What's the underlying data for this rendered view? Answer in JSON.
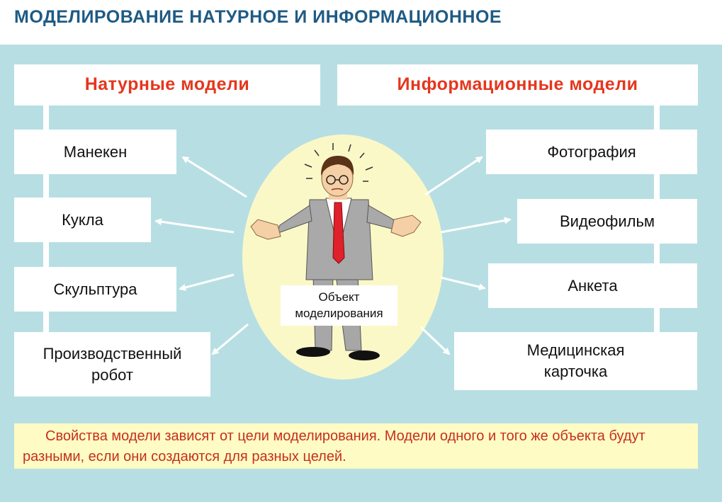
{
  "title": "МОДЕЛИРОВАНИЕ  НАТУРНОЕ  И  ИНФОРМАЦИОННОЕ",
  "left_header": "Натурные  модели",
  "right_header": "Информационные  модели",
  "left_items": [
    "Манекен",
    "Кукла",
    "Скульптура",
    "Производственный робот"
  ],
  "right_items": [
    "Фотография",
    "Видеофильм",
    "Анкета",
    "Медицинская карточка"
  ],
  "object_label": "Объект моделирования",
  "note": "Свойства модели зависят от цели моделирования. Модели одного и того же объекта будут разными, если они создаются для разных целей.",
  "colors": {
    "header_text": "#e5361d",
    "title_text": "#1f5a84",
    "panel_bg": "#b7dfe3",
    "note_bg": "#fffbc4",
    "ellipse_bg": "#fbf8c8"
  }
}
